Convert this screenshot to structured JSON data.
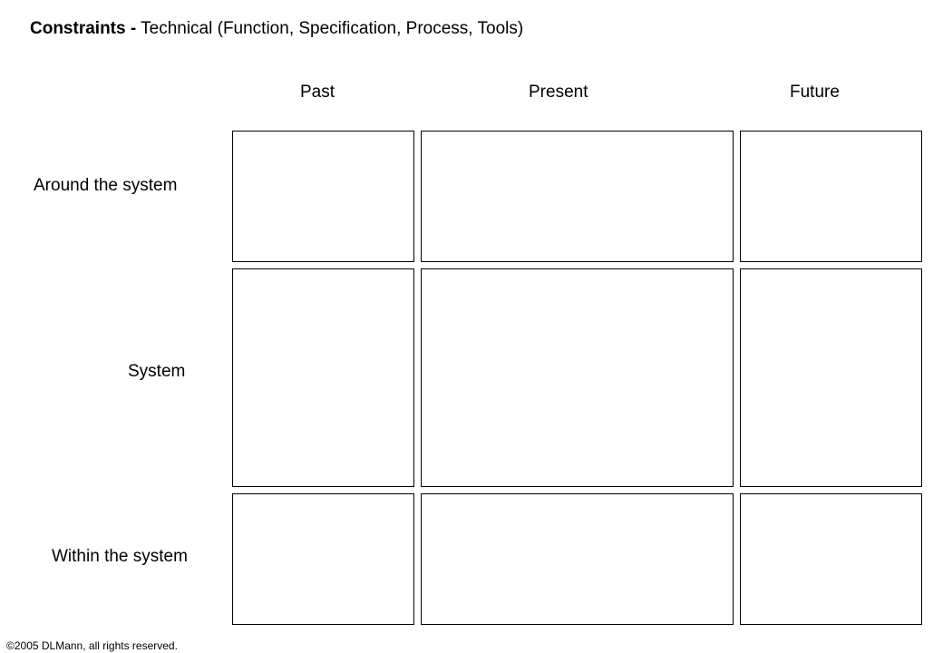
{
  "title": {
    "bold_part": "Constraints -",
    "rest": "Technical (Function, Specification, Process, Tools)"
  },
  "columns": [
    "Past",
    "Present",
    "Future"
  ],
  "rows": [
    "Around the system",
    "System",
    "Within the system"
  ],
  "footer": "©2005 DLMann, all rights reserved."
}
